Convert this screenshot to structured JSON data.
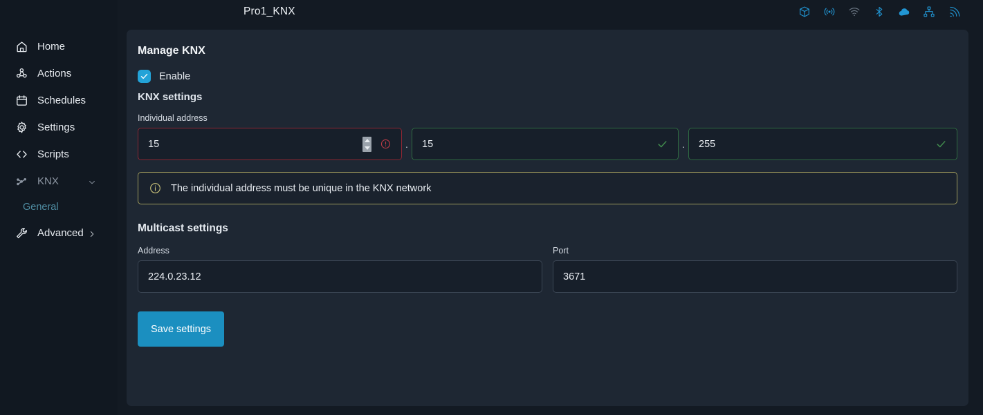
{
  "topbar": {
    "title": "Pro1_KNX",
    "status_icons": [
      {
        "name": "package-icon",
        "style": "outline"
      },
      {
        "name": "broadcast-icon",
        "style": "outline"
      },
      {
        "name": "wifi-icon",
        "style": "muted"
      },
      {
        "name": "bluetooth-icon",
        "style": "outline"
      },
      {
        "name": "cloud-icon",
        "style": "solid"
      },
      {
        "name": "sitemap-icon",
        "style": "outline"
      },
      {
        "name": "rss-icon",
        "style": "outline"
      }
    ],
    "accent": "#2196d4"
  },
  "sidebar": {
    "items": [
      {
        "label": "Home",
        "icon": "home-icon",
        "state": "normal"
      },
      {
        "label": "Actions",
        "icon": "actions-icon",
        "state": "normal"
      },
      {
        "label": "Schedules",
        "icon": "calendar-icon",
        "state": "normal"
      },
      {
        "label": "Settings",
        "icon": "gear-icon",
        "state": "normal"
      },
      {
        "label": "Scripts",
        "icon": "code-icon",
        "state": "normal"
      },
      {
        "label": "KNX",
        "icon": "knx-nodes-icon",
        "state": "dim",
        "chevron": "chevron-down-icon"
      }
    ],
    "sub_item": {
      "label": "General",
      "state": "active",
      "color": "#4f8da3"
    },
    "advanced": {
      "label": "Advanced",
      "icon": "wrench-icon",
      "chevron": "chevron-right-icon"
    }
  },
  "panel": {
    "title": "Manage KNX",
    "enable": {
      "label": "Enable",
      "checked": true,
      "color": "#23a3d8"
    },
    "knx_settings": {
      "heading": "KNX settings",
      "individual_address": {
        "label": "Individual address",
        "separator": ".",
        "fields": [
          {
            "value": "15",
            "state": "error",
            "status_icon": "error-circle-icon",
            "has_spinner": true
          },
          {
            "value": "15",
            "state": "valid",
            "status_icon": "check-icon",
            "has_spinner": false
          },
          {
            "value": "255",
            "state": "valid",
            "status_icon": "check-icon",
            "has_spinner": false
          }
        ]
      },
      "alert": {
        "icon": "info-circle-icon",
        "text": "The individual address must be unique in the KNX network",
        "border_color": "#9e9a5c"
      }
    },
    "multicast": {
      "heading": "Multicast settings",
      "address": {
        "label": "Address",
        "value": "224.0.23.12"
      },
      "port": {
        "label": "Port",
        "value": "3671"
      }
    },
    "save_button": {
      "label": "Save settings",
      "color": "#1b8fc0"
    }
  }
}
